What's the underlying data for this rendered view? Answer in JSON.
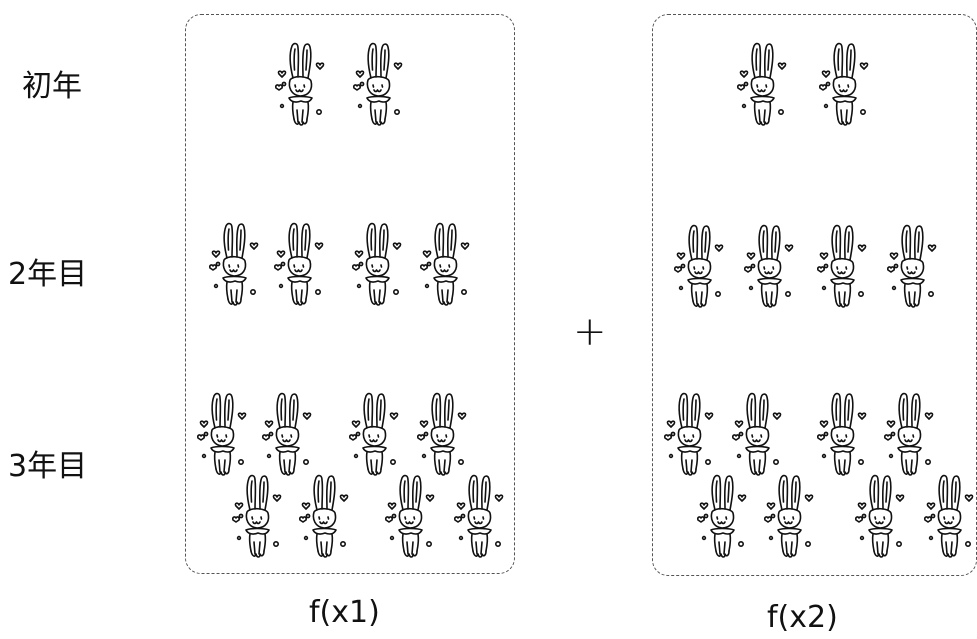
{
  "rows": [
    {
      "label": "初年",
      "rabbits": 2
    },
    {
      "label": "2年目",
      "rabbits": 4
    },
    {
      "label": "3年目",
      "rabbits": 8
    }
  ],
  "panels": [
    {
      "caption": "f(x1)"
    },
    {
      "caption": "f(x2)"
    }
  ],
  "operator": "+",
  "icon": "rabbit-icon"
}
